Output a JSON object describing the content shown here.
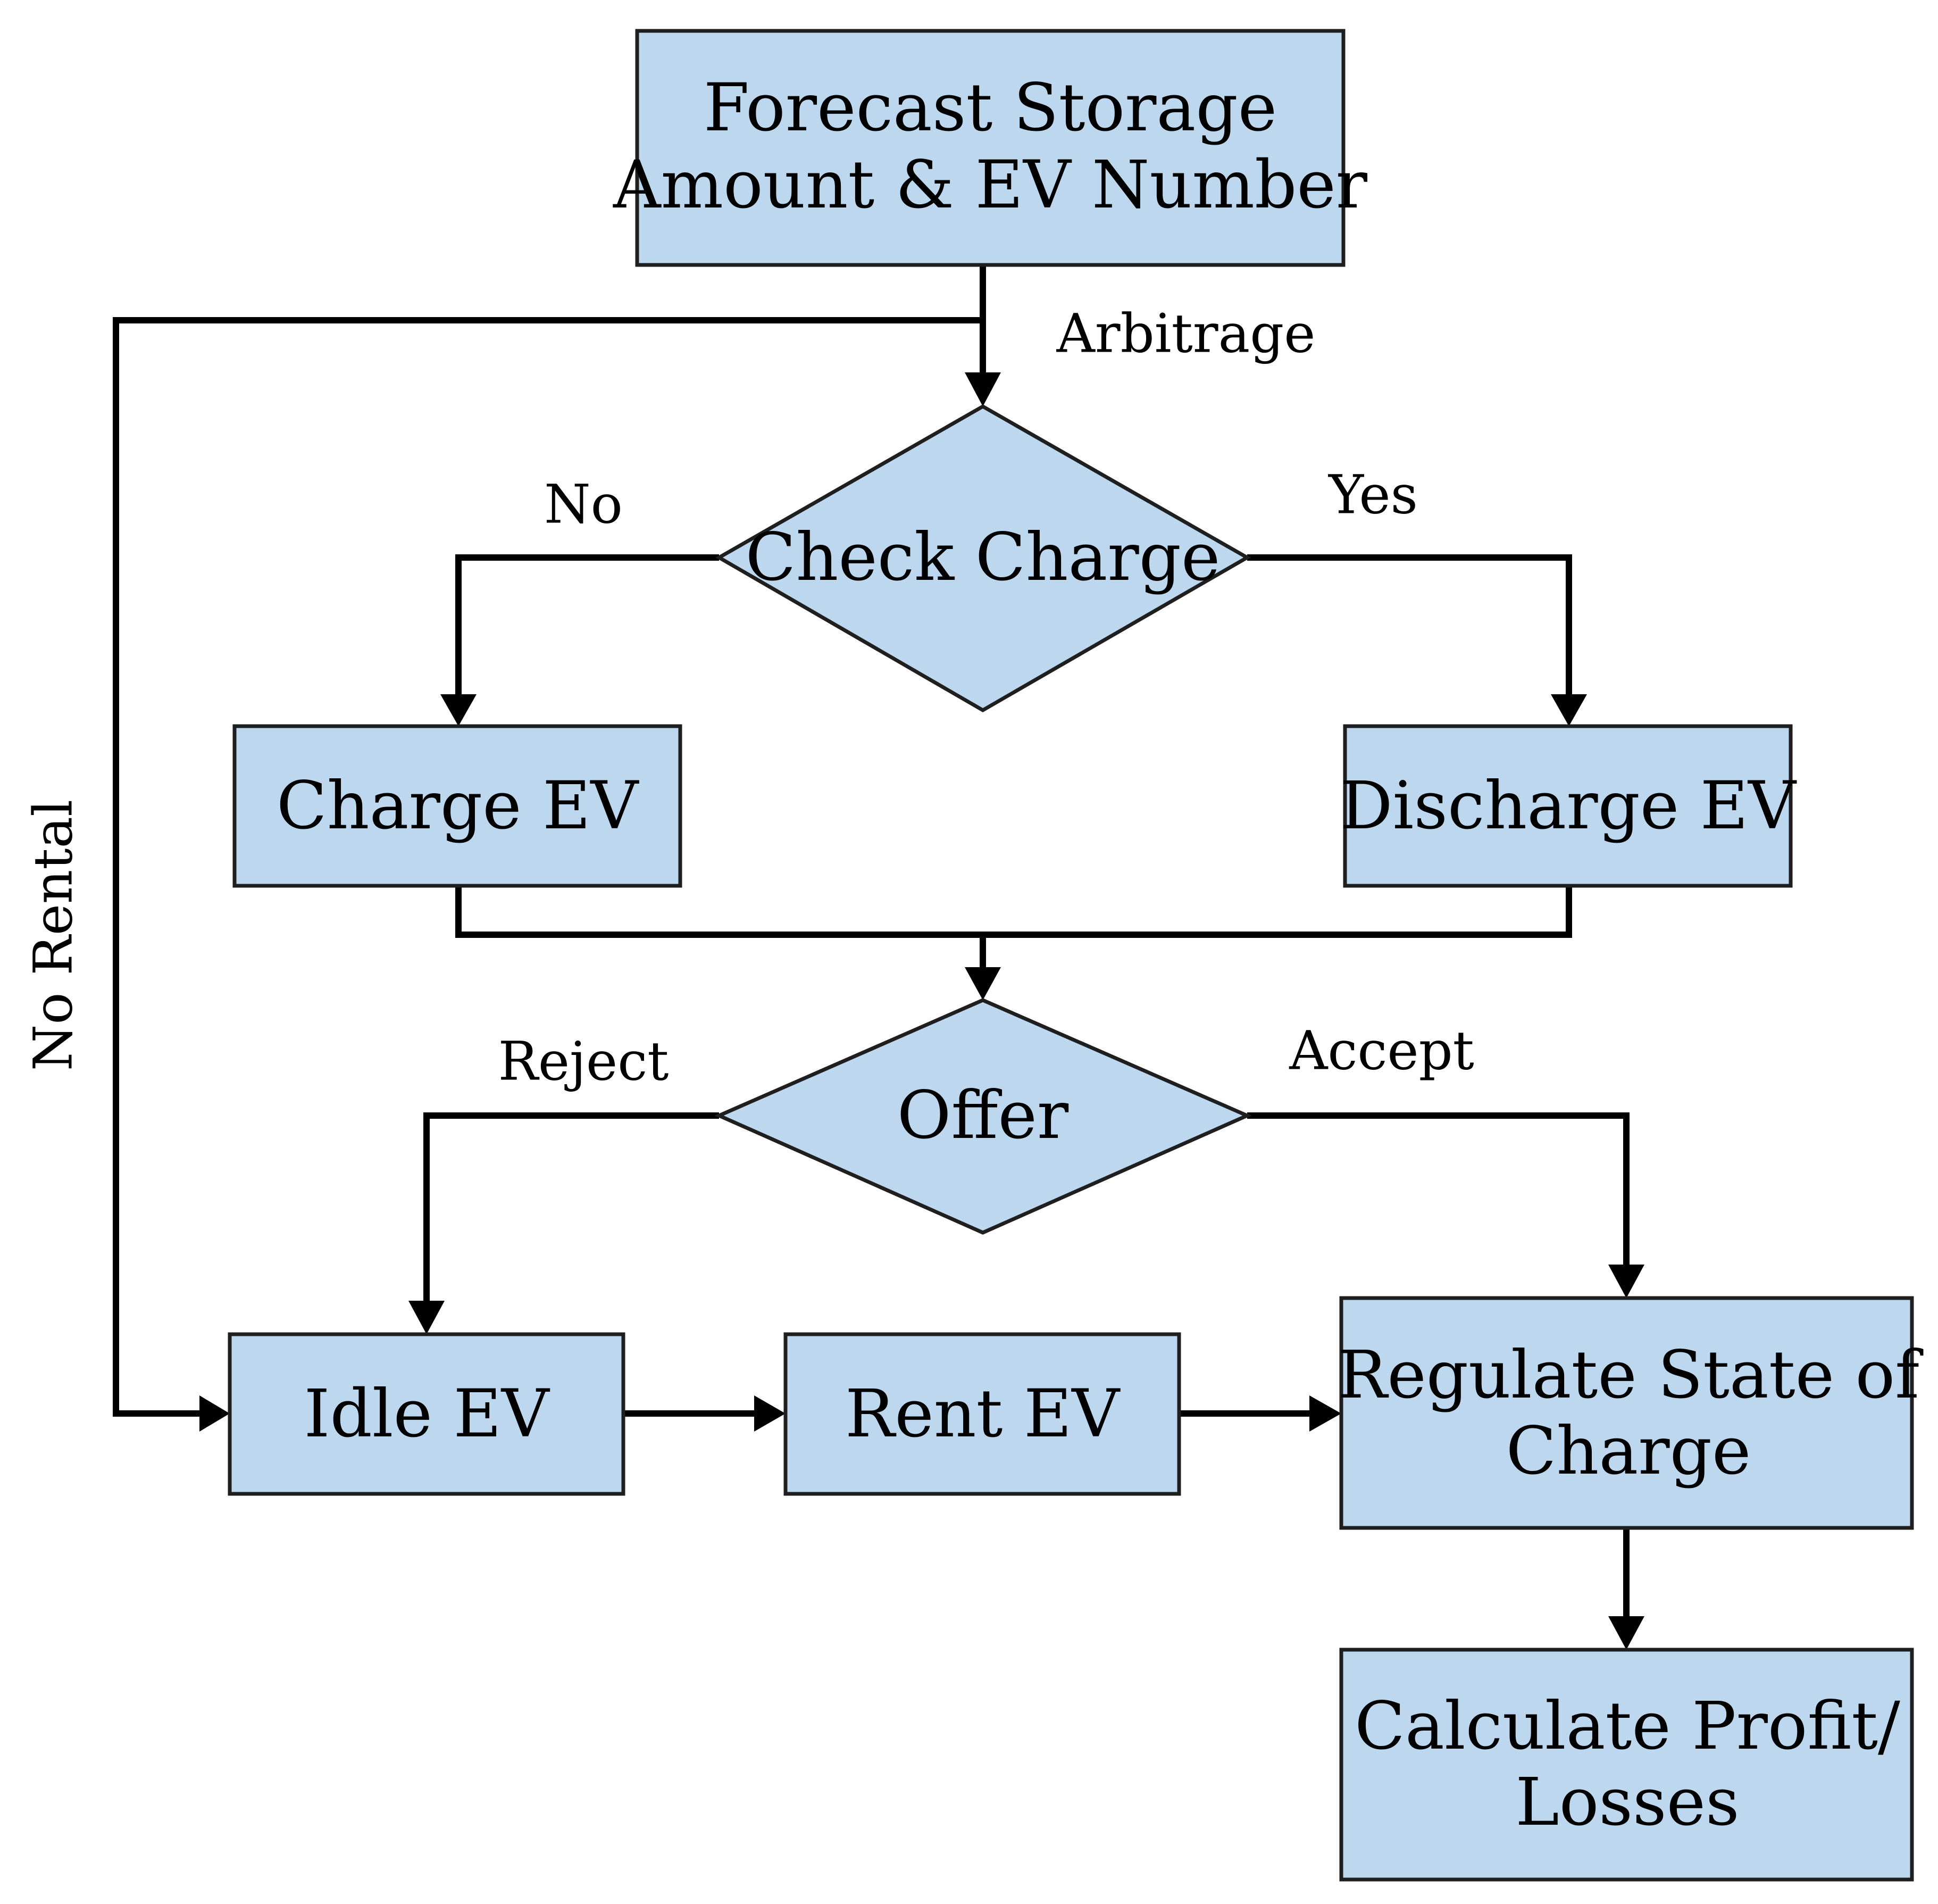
{
  "nodes": {
    "forecast": {
      "line1": "Forecast Storage",
      "line2": "Amount & EV Number"
    },
    "check_charge": {
      "label": "Check Charge"
    },
    "charge_ev": {
      "label": "Charge EV"
    },
    "discharge_ev": {
      "label": "Discharge EV"
    },
    "offer": {
      "label": "Offer"
    },
    "idle_ev": {
      "label": "Idle EV"
    },
    "rent_ev": {
      "label": "Rent EV"
    },
    "regulate": {
      "line1": "Regulate State of",
      "line2": "Charge"
    },
    "calculate": {
      "line1": "Calculate Profit/",
      "line2": "Losses"
    }
  },
  "edges": {
    "arbitrage": "Arbitrage",
    "no": "No",
    "yes": "Yes",
    "reject": "Reject",
    "accept": "Accept",
    "no_rental": "No Rental"
  },
  "colors": {
    "node_fill": "#bdd7ee",
    "line": "#000000"
  }
}
